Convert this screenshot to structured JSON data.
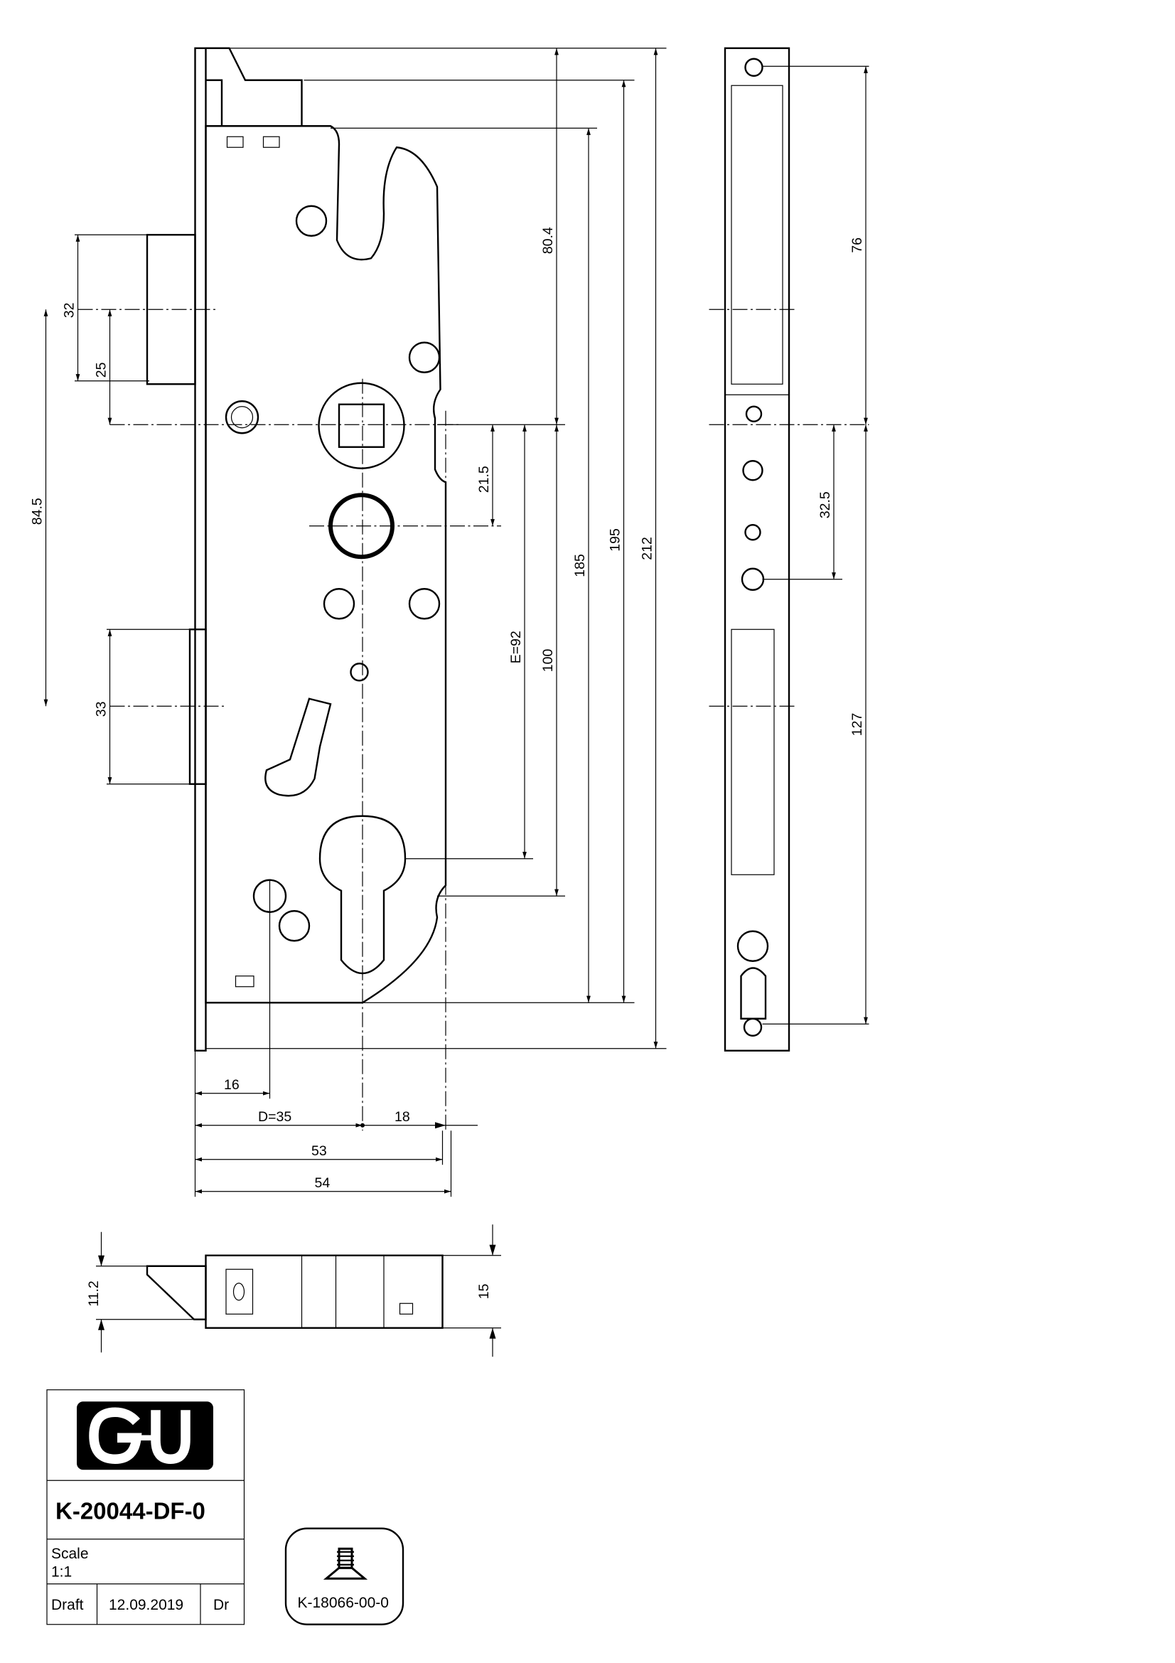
{
  "dimensions": {
    "d80_4": "80.4",
    "d185": "185",
    "d195": "195",
    "d212": "212",
    "d100": "100",
    "e92": "E=92",
    "d21_5": "21.5",
    "d84_5": "84.5",
    "d32": "32",
    "d25": "25",
    "d33": "33",
    "d76": "76",
    "d32_5": "32.5",
    "d127": "127",
    "d16": "16",
    "d35": "D=35",
    "d18": "18",
    "d53": "53",
    "d54": "54",
    "d11_2": "11.2",
    "d15": "15"
  },
  "title_block": {
    "logo": "G-U",
    "part_number": "K-20044-DF-0",
    "scale_label": "Scale",
    "scale_value": "1:1",
    "status": "Draft",
    "date": "12.09.2019",
    "author": "Dr"
  },
  "accessory": {
    "icon": "countersunk-screw-icon",
    "part_number": "K-18066-00-0"
  }
}
